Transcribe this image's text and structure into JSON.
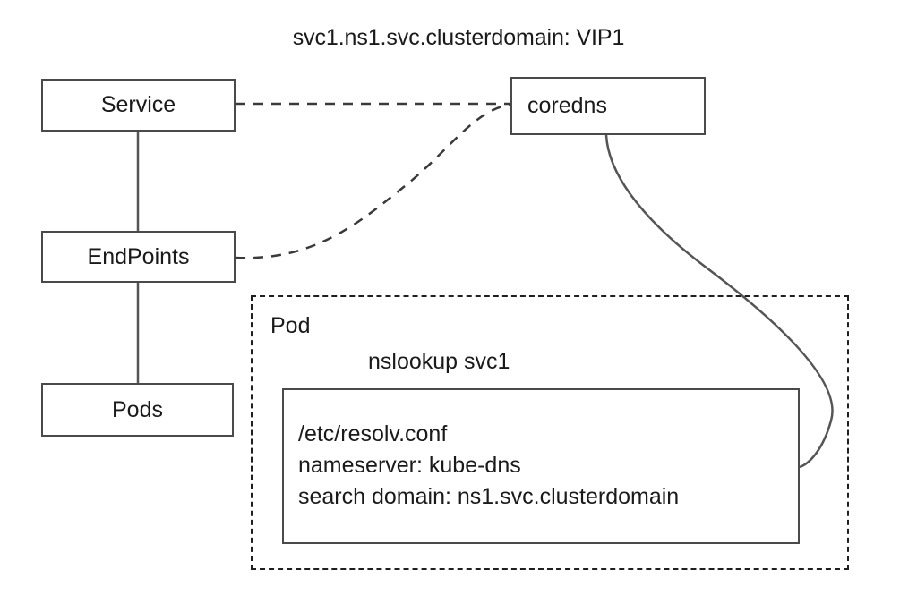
{
  "diagram": {
    "title": "svc1.ns1.svc.clusterdomain: VIP1",
    "nodes": {
      "service": {
        "label": "Service"
      },
      "endpoints": {
        "label": "EndPoints"
      },
      "pods": {
        "label": "Pods"
      },
      "coredns": {
        "label": "coredns"
      },
      "pod_container": {
        "label": "Pod"
      },
      "nslookup": {
        "label": "nslookup svc1"
      }
    },
    "resolv_conf": {
      "line1": "/etc/resolv.conf",
      "line2": "nameserver: kube-dns",
      "line3": "search domain: ns1.svc.clusterdomain"
    },
    "colors": {
      "box_border": "#4a4a4a",
      "dashed_border": "#1f1f1f",
      "text": "#1a1a1a",
      "connector": "#555555",
      "background": "#ffffff"
    }
  }
}
